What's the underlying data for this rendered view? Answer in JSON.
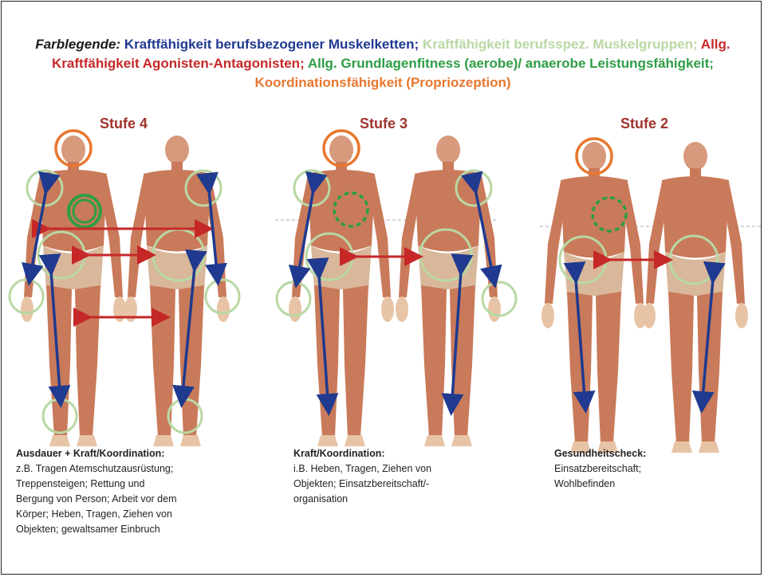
{
  "legend": {
    "label": "Farblegende:",
    "items": [
      {
        "text": "Kraftfähigkeit berufsbezogener Muskelketten;",
        "color": "#1f3a8f"
      },
      {
        "text": "Kraftfähigkeit berufsspez. Muskelgruppen;",
        "color": "#b9d8a4"
      },
      {
        "text": "Allg. Kraftfähigkeit Agonisten-Antagonisten;",
        "color": "#c62828"
      },
      {
        "text": "Allg. Grundlagenfitness (aerobe)/ anaerobe Leistungsfähigkeit;",
        "color": "#2e9d45"
      },
      {
        "text": "Koordinationsfähigkeit (Propriozeption)",
        "color": "#e8772e"
      }
    ]
  },
  "stages": [
    {
      "title": "Stufe 4",
      "caption_head": "Ausdauer + Kraft/Koordination:",
      "caption_lines": [
        "z.B. Tragen Atemschutzausrüstung;",
        "Treppensteigen;  Rettung und",
        "Bergung von Person; Arbeit  vor dem",
        "Körper; Heben, Tragen,  Ziehen von",
        "Objekten; gewaltsamer  Einbruch"
      ]
    },
    {
      "title": "Stufe 3",
      "caption_head": "Kraft/Koordination:",
      "caption_lines": [
        "i.B. Heben, Tragen,  Ziehen  von",
        "Objekten; Einsatzbereitschaft/-",
        "organisation"
      ]
    },
    {
      "title": "Stufe 2",
      "caption_head": "Gesundheitscheck:",
      "caption_lines": [
        "Einsatzbereitschaft;",
        "Wohlbefinden"
      ]
    }
  ],
  "colors": {
    "navy": "#1f3a8f",
    "light_green": "#b9d8a4",
    "red": "#c62828",
    "green": "#2e9d45",
    "orange": "#e8772e",
    "muscle": "#c97a5a",
    "skin": "#e8c4a6"
  }
}
